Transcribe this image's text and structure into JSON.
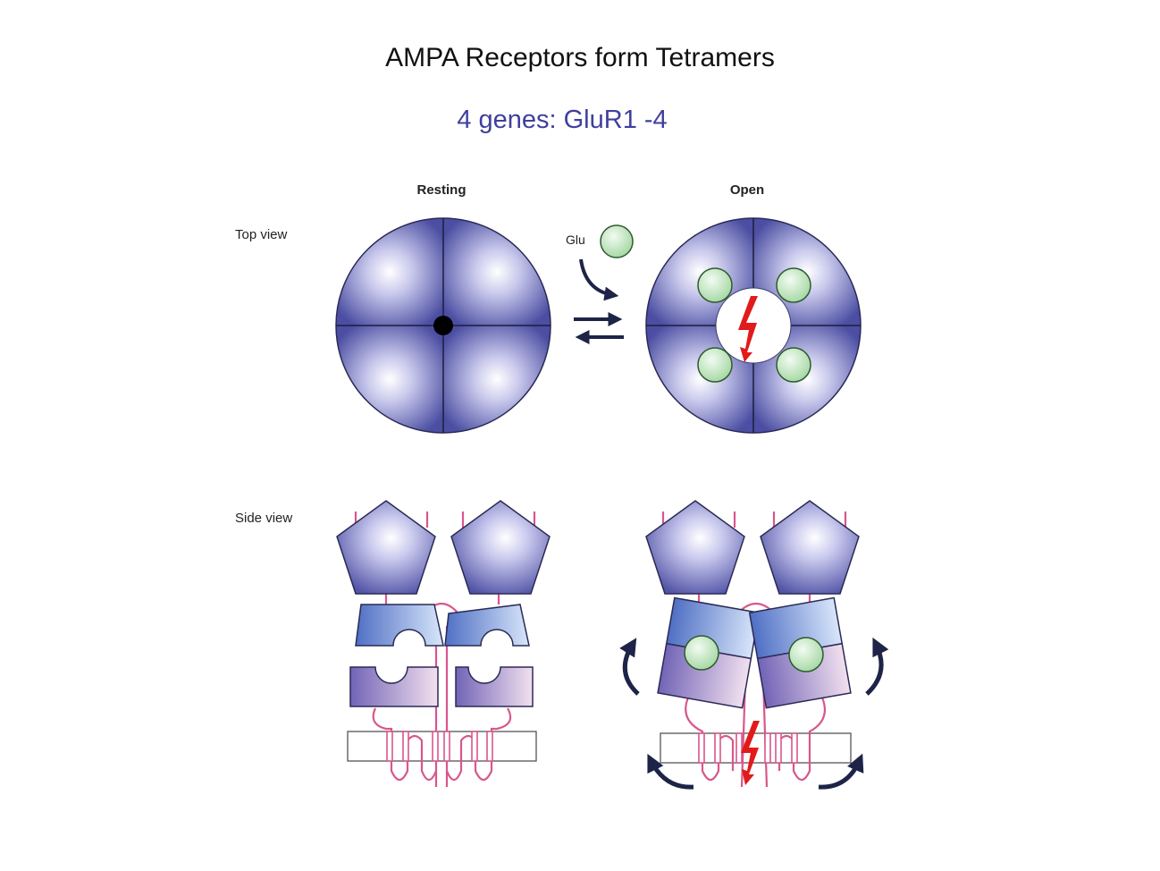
{
  "slide": {
    "title": "AMPA Receptors form Tetramers",
    "subtitle": "4 genes: GluR1 -4"
  },
  "figure": {
    "col_resting": "Resting",
    "col_open": "Open",
    "row_top": "Top view",
    "row_side": "Side view",
    "ligand": "Glu"
  },
  "colors": {
    "subunit": "#5356a8",
    "glutamate": "#c9ecc8",
    "ion_flow": "#e11a1a",
    "linker": "#d8578c",
    "arrow": "#1d2447"
  }
}
